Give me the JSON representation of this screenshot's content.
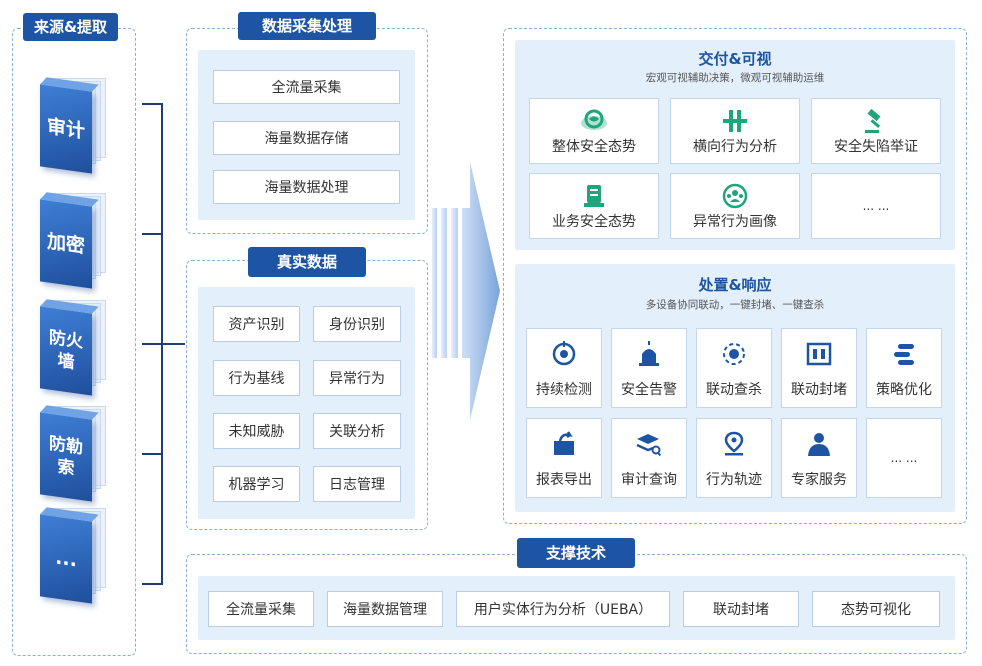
{
  "source": {
    "title": "来源&提取",
    "items": [
      "审计",
      "加密",
      "防火墙",
      "防勒索",
      "..."
    ]
  },
  "collection": {
    "title": "数据采集处理",
    "items": [
      "全流量采集",
      "海量数据存储",
      "海量数据处理"
    ]
  },
  "realdata": {
    "title": "真实数据",
    "items": [
      "资产识别",
      "身份识别",
      "行为基线",
      "异常行为",
      "未知威胁",
      "关联分析",
      "机器学习",
      "日志管理"
    ]
  },
  "delivery": {
    "title": "交付&可视",
    "subtitle": "宏观可视辅助决策，微观可视辅助运维",
    "cards": [
      {
        "label": "整体安全态势",
        "icon": "posture-eye-icon"
      },
      {
        "label": "横向行为分析",
        "icon": "lateral-analysis-icon"
      },
      {
        "label": "安全失陷举证",
        "icon": "gavel-icon"
      },
      {
        "label": "业务安全态势",
        "icon": "document-list-icon"
      },
      {
        "label": "异常行为画像",
        "icon": "user-group-icon"
      },
      {
        "label": "... ...",
        "icon": ""
      }
    ]
  },
  "response": {
    "title": "处置&响应",
    "subtitle": "多设备协同联动，一键封堵、一键查杀",
    "cards": [
      {
        "label": "持续检测",
        "icon": "detect-icon"
      },
      {
        "label": "安全告警",
        "icon": "alarm-light-icon"
      },
      {
        "label": "联动查杀",
        "icon": "linkage-kill-icon"
      },
      {
        "label": "联动封堵",
        "icon": "block-icon"
      },
      {
        "label": "策略优化",
        "icon": "strategy-icon"
      },
      {
        "label": "报表导出",
        "icon": "report-export-icon"
      },
      {
        "label": "审计查询",
        "icon": "audit-search-icon"
      },
      {
        "label": "行为轨迹",
        "icon": "location-pin-icon"
      },
      {
        "label": "专家服务",
        "icon": "expert-icon"
      },
      {
        "label": "... ...",
        "icon": ""
      }
    ]
  },
  "support": {
    "title": "支撑技术",
    "items": [
      "全流量采集",
      "海量数据管理",
      "用户实体行为分析（UEBA）",
      "联动封堵",
      "态势可视化"
    ]
  },
  "colors": {
    "primary": "#1d55a4",
    "icon_green": "#1fa57a",
    "pale_bg": "#e3f0fb",
    "dash_border": "#8aaedd"
  }
}
